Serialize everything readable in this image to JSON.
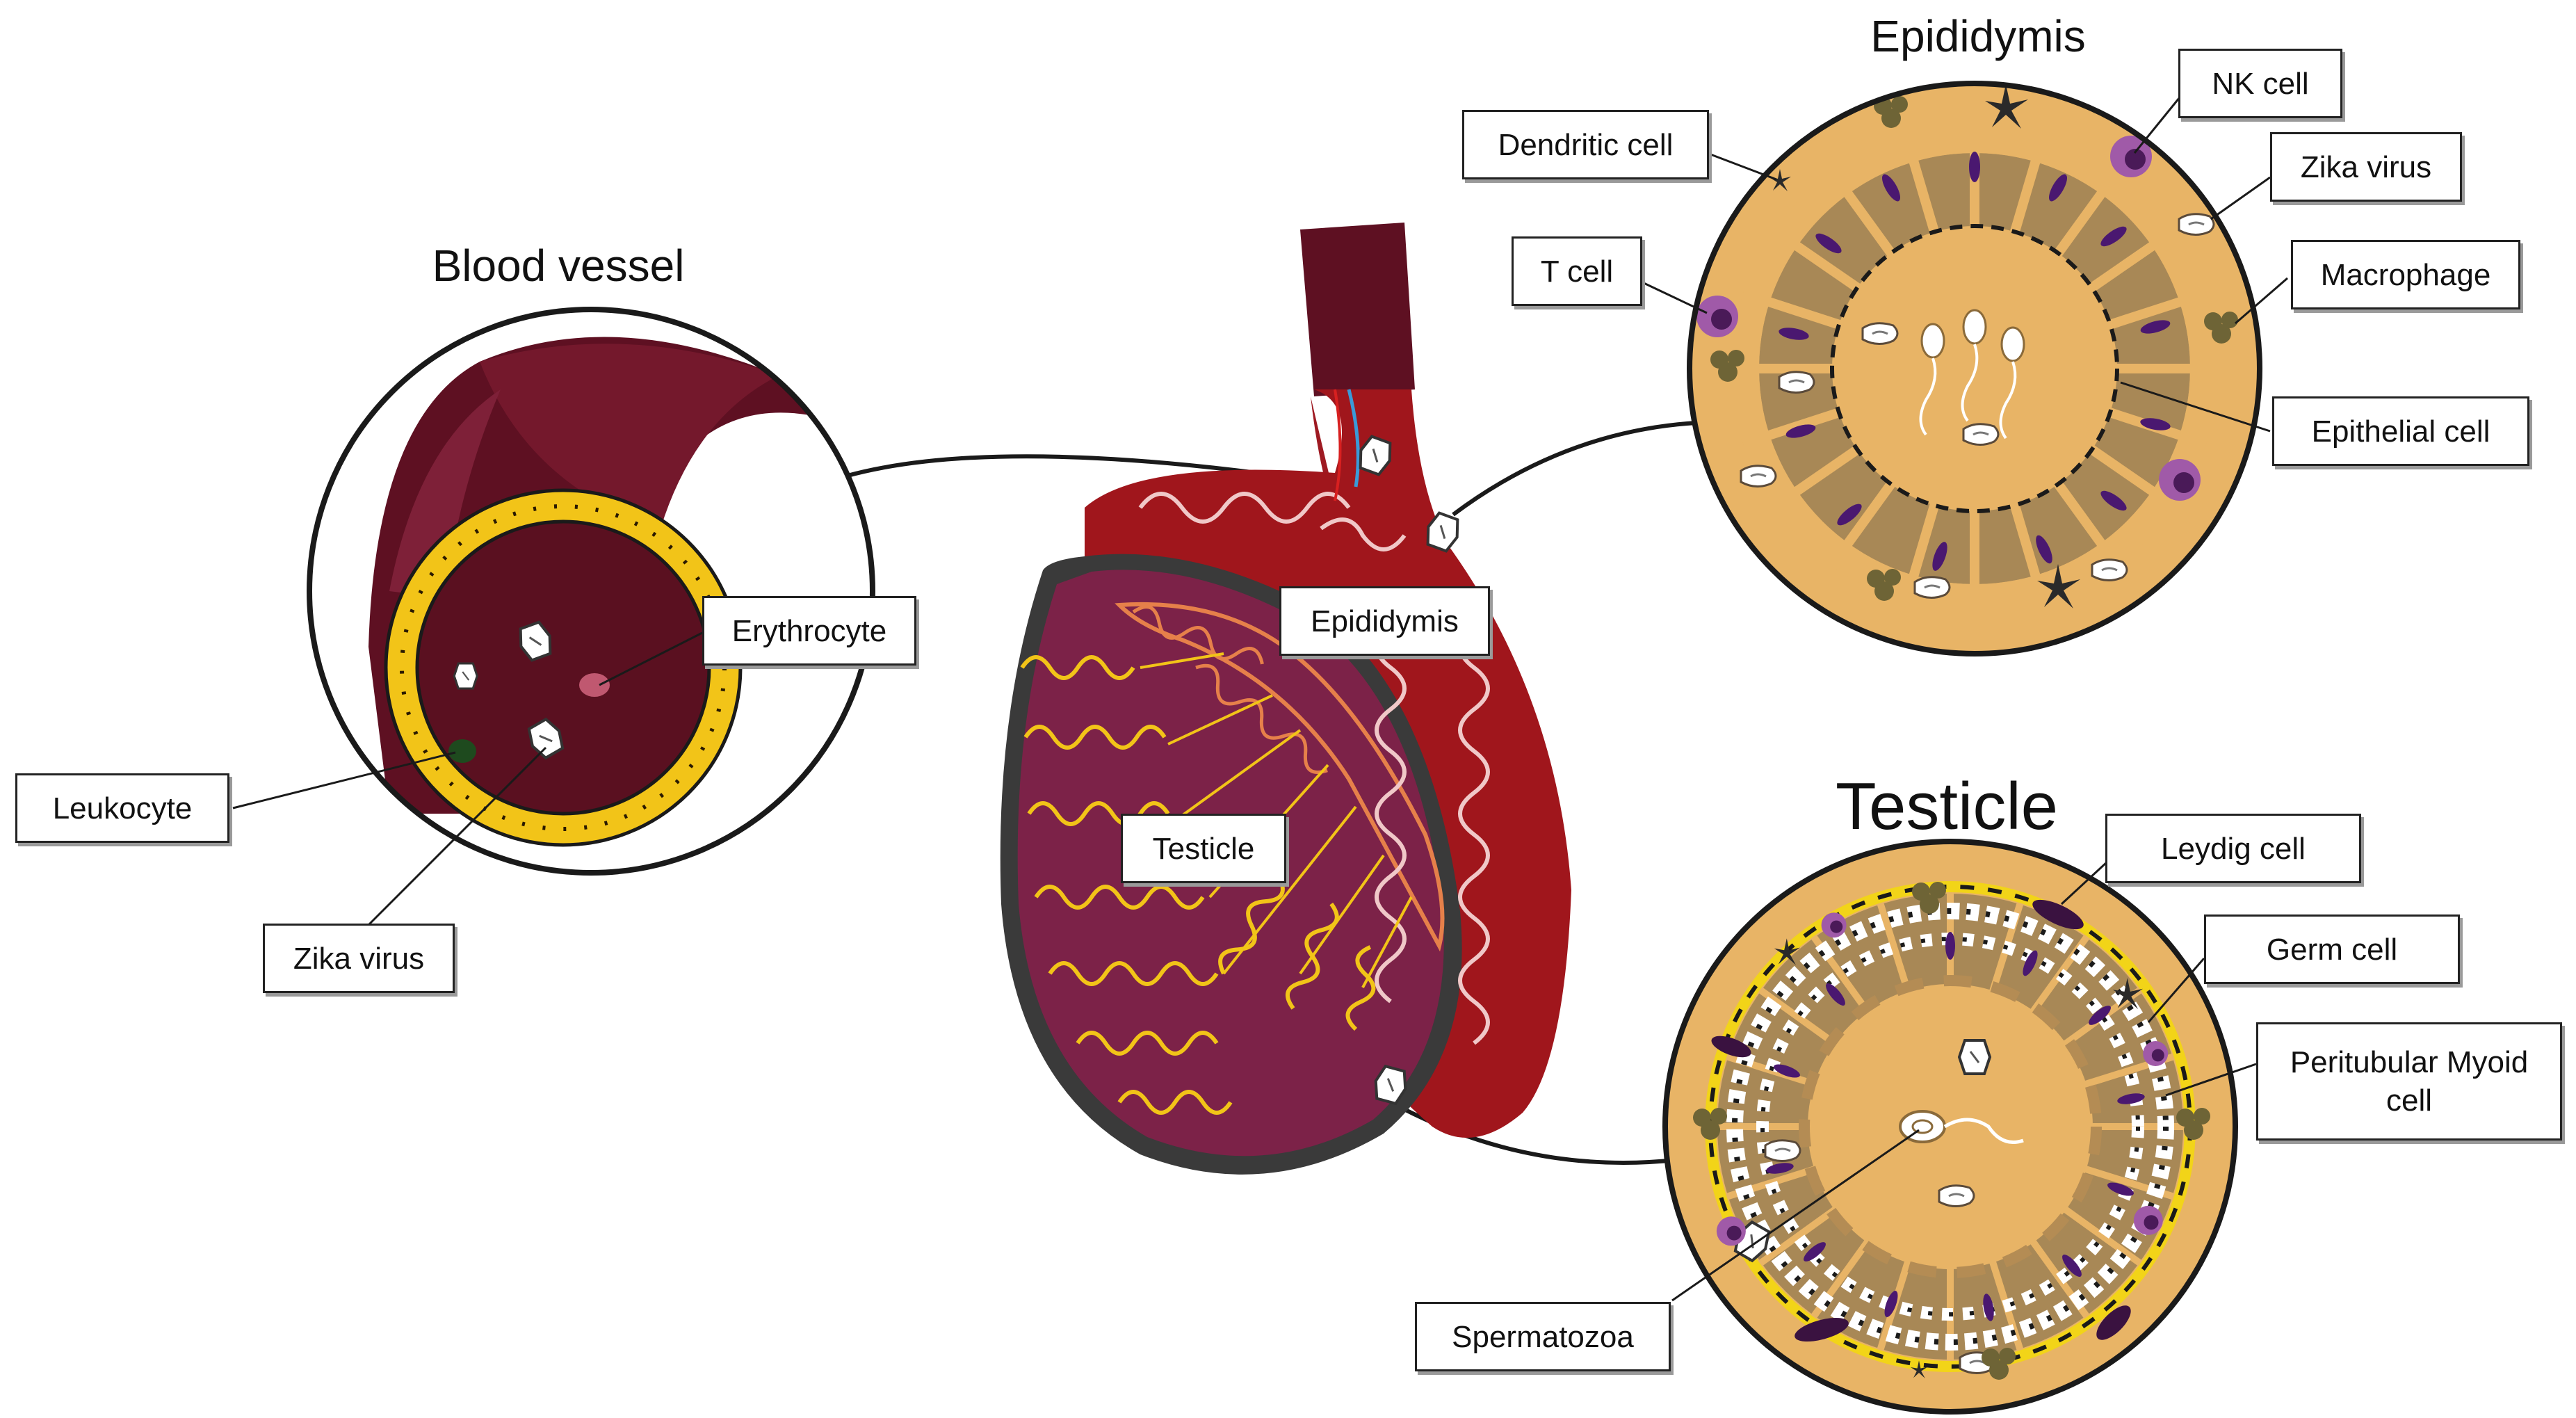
{
  "titles": {
    "blood_vessel": "Blood vessel",
    "epididymis": "Epididymis",
    "testicle": "Testicle"
  },
  "labels": {
    "erythrocyte": "Erythrocyte",
    "leukocyte": "Leukocyte",
    "zika_virus_blood": "Zika virus",
    "epididymis_center": "Epididymis",
    "testicle_center": "Testicle",
    "dendritic_cell": "Dendritic cell",
    "nk_cell": "NK cell",
    "t_cell": "T cell",
    "zika_virus_epi": "Zika virus",
    "macrophage": "Macrophage",
    "epithelial_cell": "Epithelial cell",
    "leydig_cell": "Leydig cell",
    "germ_cell": "Germ cell",
    "peritubular_myoid_line1": "Peritubular Myoid",
    "peritubular_myoid_line2": "cell",
    "spermatozoa": "Spermatozoa"
  },
  "colors": {
    "vessel_dark": "#5a1020",
    "vessel_wall": "#f2c418",
    "testis_purple": "#7c2248",
    "epididymis_red": "#9e1a22",
    "tubule_yellow": "#f2c418",
    "tan": "#e8b466",
    "tan_dark": "#b48c54",
    "cell_purple": "#4a1870",
    "immune_purple": "#9c4aa6",
    "macrophage_olive": "#6e6436"
  }
}
